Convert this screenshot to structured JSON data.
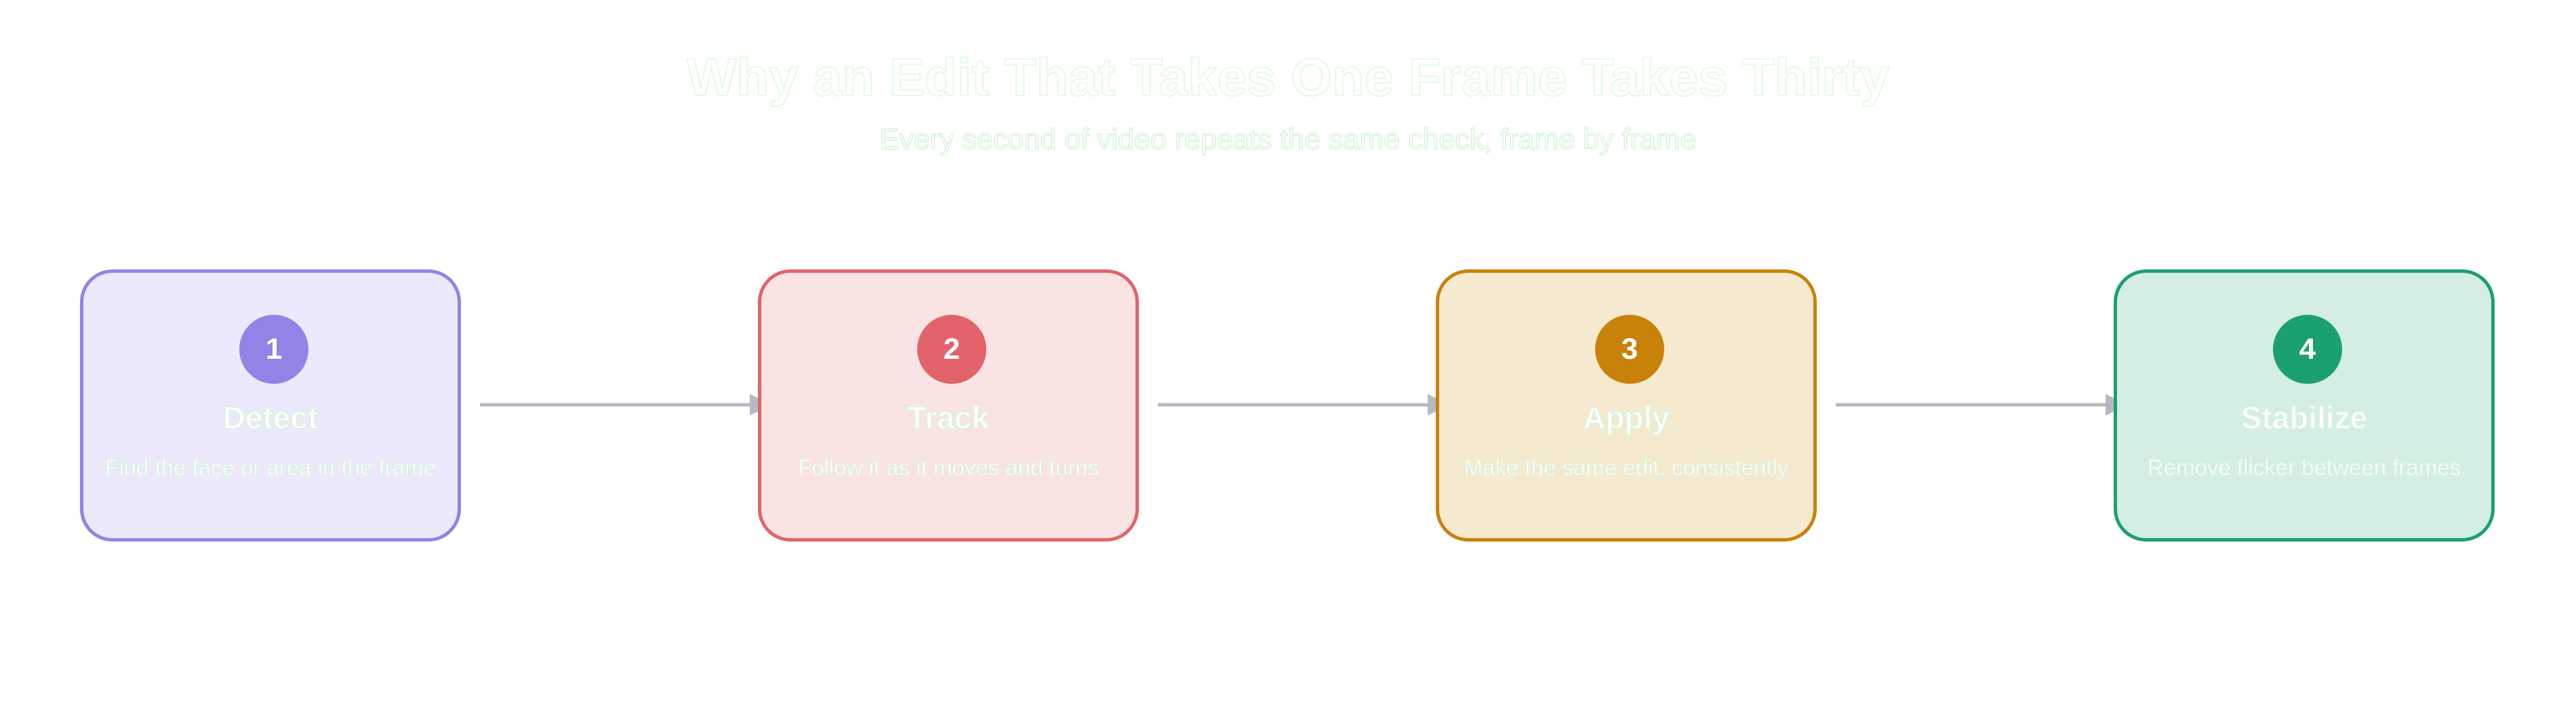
{
  "title": "Why an Edit That Takes One Frame Takes Thirty",
  "subtitle": "Every second of video repeats the same check, frame by frame",
  "steps": [
    {
      "number": "1",
      "name": "Detect",
      "description": "Find the face or area in the frame",
      "fill": "#ebe9fb",
      "border": "#9283e6",
      "badge": "#9283e6"
    },
    {
      "number": "2",
      "name": "Track",
      "description": "Follow it as it moves and turns",
      "fill": "#f9e3e3",
      "border": "#e2646a",
      "badge": "#e2646a"
    },
    {
      "number": "3",
      "name": "Apply",
      "description": "Make the same edit, consistently",
      "fill": "#f5e9d0",
      "border": "#c98209",
      "badge": "#c98209"
    },
    {
      "number": "4",
      "name": "Stabilize",
      "description": "Remove flicker between frames",
      "fill": "#d5eee4",
      "border": "#1ba070",
      "badge": "#1ba070"
    }
  ],
  "colors": {
    "arrow": "#b8b8c4"
  }
}
